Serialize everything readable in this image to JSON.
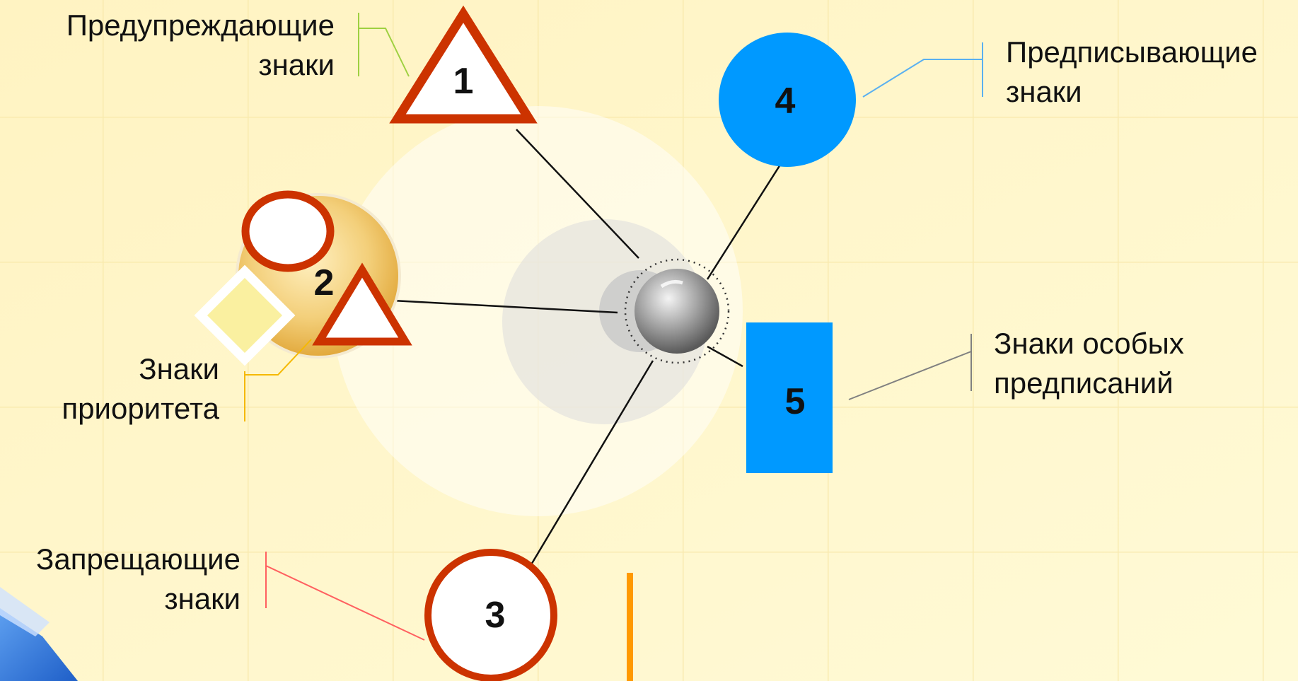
{
  "diagram": {
    "center": "hub",
    "nodes": [
      {
        "id": "warning",
        "number": "1",
        "shape": "triangle",
        "label_lines": [
          "Предупреждающие",
          "знаки"
        ],
        "color": "#cc3300"
      },
      {
        "id": "priority",
        "number": "2",
        "shape": "group",
        "label_lines": [
          "Знаки",
          "приоритета"
        ],
        "color": "#f5b800"
      },
      {
        "id": "prohibitory",
        "number": "3",
        "shape": "circle",
        "label_lines": [
          "Запрещающие",
          "знаки"
        ],
        "color": "#cc3300"
      },
      {
        "id": "mandatory",
        "number": "4",
        "shape": "circle",
        "label_lines": [
          "Предписывающие",
          "знаки"
        ],
        "color": "#0099ff"
      },
      {
        "id": "special",
        "number": "5",
        "shape": "rectangle",
        "label_lines": [
          "Знаки особых",
          "предписаний"
        ],
        "color": "#0099ff"
      }
    ]
  },
  "colors": {
    "background_top": "#fff5c0",
    "background_bottom": "#fffbd8",
    "sign_red": "#cc3300",
    "sign_blue": "#0099ff",
    "diamond_fill": "#faf0a0",
    "accent_orange": "#ff9900",
    "corner_blue": "#3a7fe0"
  }
}
